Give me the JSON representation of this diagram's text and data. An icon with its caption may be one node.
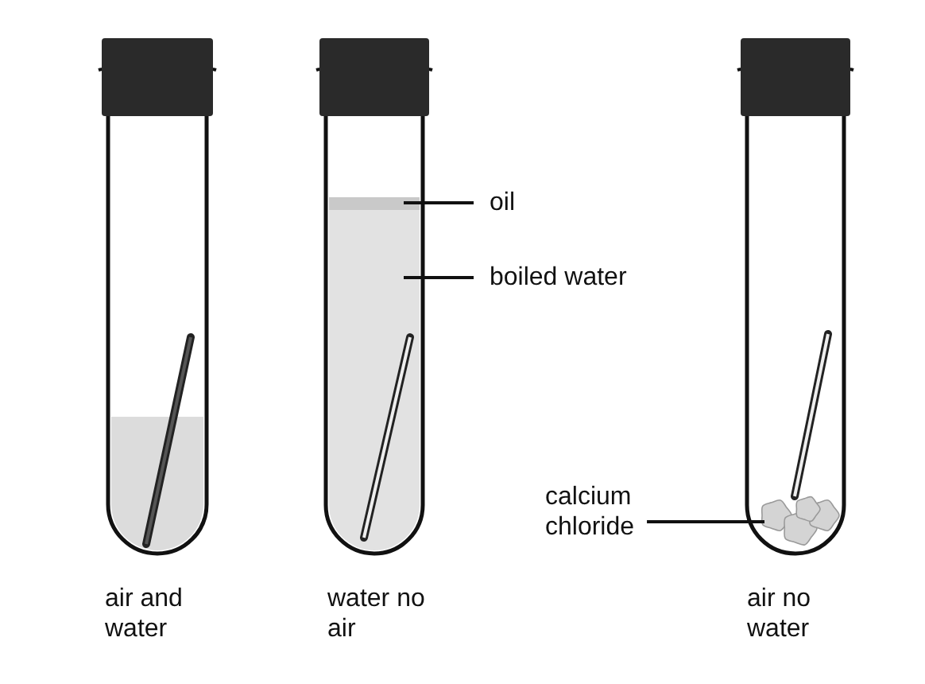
{
  "diagram": {
    "nodes": [
      {
        "text": [
          "oil"
        ]
      },
      {
        "text": [],
        "shape": "bar"
      },
      {
        "text": [
          "boiled water"
        ]
      },
      {
        "text": [],
        "shape": "box"
      },
      {
        "text": [
          "calcium chloride"
        ]
      },
      {
        "text": [],
        "shape": "cloud"
      }
    ],
    "edges": [
      {
        "from": 0,
        "to": 1,
        "arrow": "none"
      },
      {
        "from": 2,
        "to": 3,
        "arrow": "none"
      },
      {
        "from": 4,
        "to": 5,
        "arrow": "none"
      }
    ],
    "labels": [
      "air and water",
      "water no air",
      "air no water"
    ]
  }
}
